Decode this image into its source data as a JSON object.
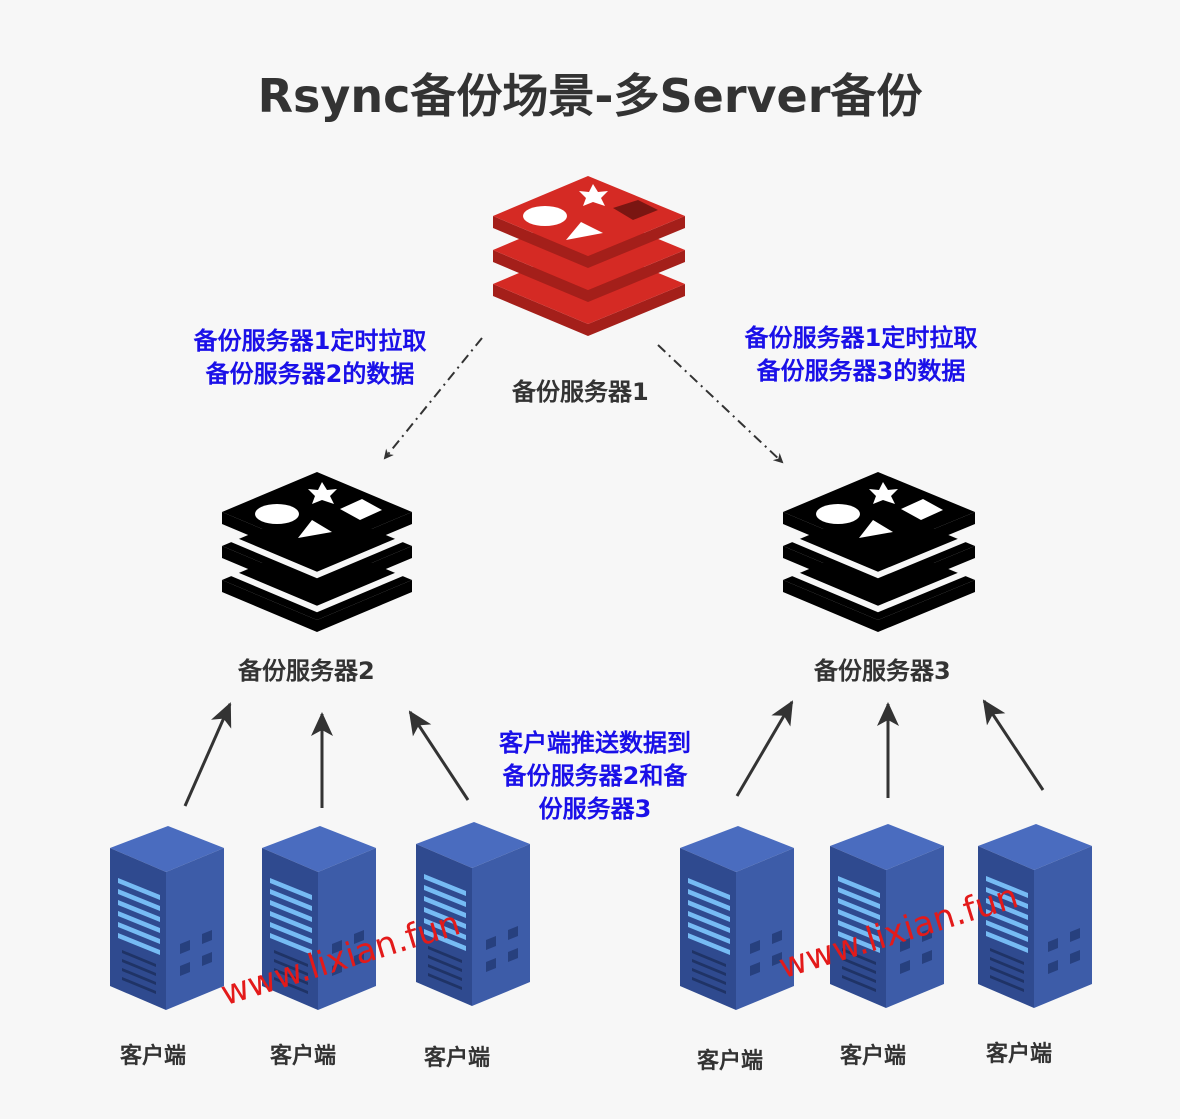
{
  "title": "Rsync备份场景-多Server备份",
  "servers": {
    "primary_label": "备份服务器1",
    "server2_label": "备份服务器2",
    "server3_label": "备份服务器3"
  },
  "annotations": {
    "left_pull_line1": "备份服务器1定时拉取",
    "left_pull_line2": "备份服务器2的数据",
    "right_pull_line1": "备份服务器1定时拉取",
    "right_pull_line2": "备份服务器3的数据",
    "push_line1": "客户端推送数据到",
    "push_line2": "备份服务器2和备",
    "push_line3": "份服务器3"
  },
  "clients": [
    "客户端",
    "客户端",
    "客户端",
    "客户端",
    "客户端",
    "客户端"
  ],
  "watermark": "www.lixian.fun",
  "colors": {
    "redis_red": "#d52a24",
    "annotation_blue": "#1a10e8",
    "watermark_red": "#e31a1a",
    "server_blue": "#3d5ca8"
  }
}
